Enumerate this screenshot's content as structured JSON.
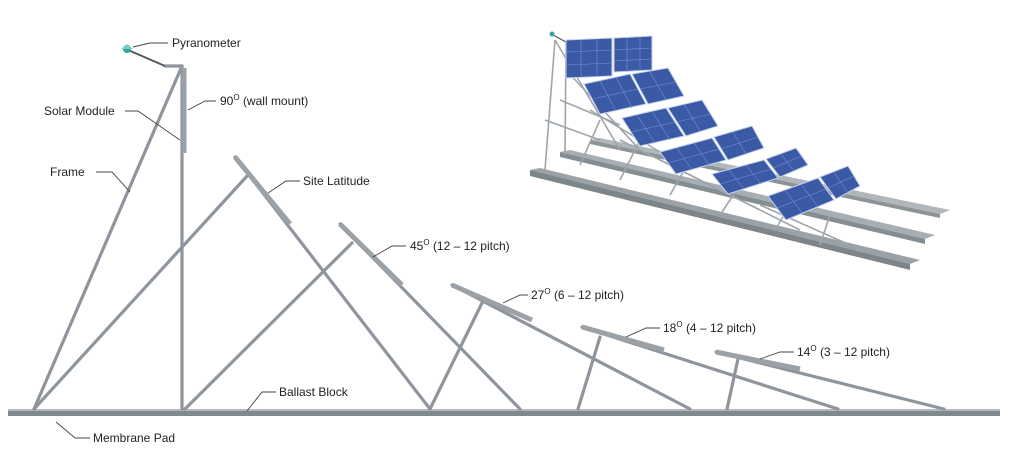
{
  "labels": {
    "pyranometer": "Pyranometer",
    "solar_module": "Solar Module",
    "frame": "Frame",
    "tilt_90": "90",
    "tilt_90_suffix": "(wall mount)",
    "site_latitude": "Site Latitude",
    "tilt_45": "45",
    "tilt_45_suffix": "(12 – 12 pitch)",
    "tilt_27": "27",
    "tilt_27_suffix": "(6 – 12 pitch)",
    "tilt_18": "18",
    "tilt_18_suffix": "(4 – 12 pitch)",
    "tilt_14": "14",
    "tilt_14_suffix": "(3 – 12 pitch)",
    "degree_mark": "O",
    "ballast_block": "Ballast Block",
    "membrane_pad": "Membrane Pad"
  },
  "colors": {
    "frame_metal": "#8e959c",
    "panel_cell": "#3a5aa6",
    "panel_grid": "#c7d3ee",
    "ground": "#7f8a8f",
    "pyranometer": "#2fa79a"
  },
  "illustration": {
    "name": "3d-solar-array-render",
    "panel_rows": 6
  }
}
